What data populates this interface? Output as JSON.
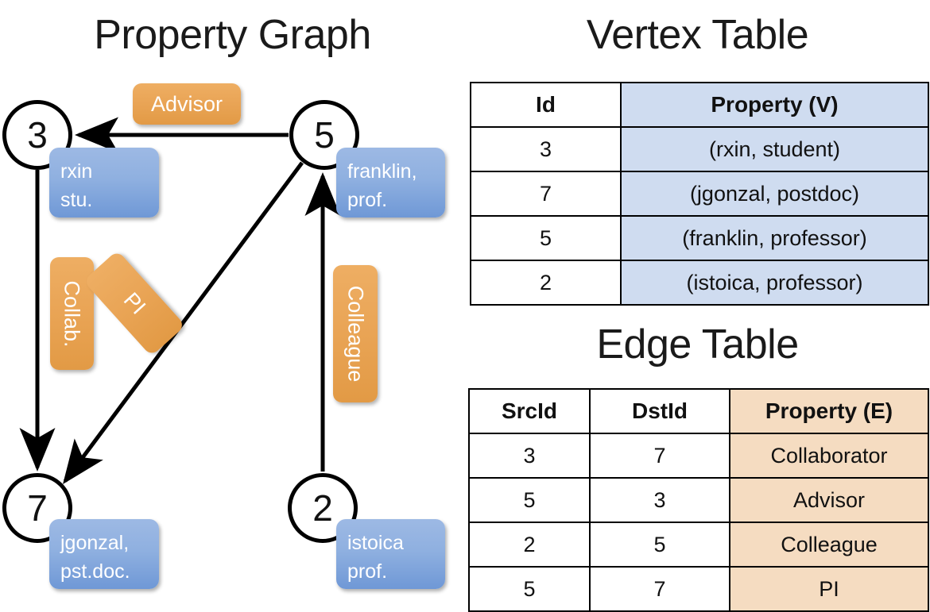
{
  "titles": {
    "property_graph": "Property Graph",
    "vertex_table": "Vertex Table",
    "edge_table": "Edge Table"
  },
  "graph": {
    "nodes": [
      {
        "id": "3",
        "property_line1": "rxin",
        "property_line2": "stu."
      },
      {
        "id": "5",
        "property_line1": "franklin,",
        "property_line2": "prof."
      },
      {
        "id": "7",
        "property_line1": "jgonzal,",
        "property_line2": "pst.doc."
      },
      {
        "id": "2",
        "property_line1": "istoica",
        "property_line2": "prof."
      }
    ],
    "edge_labels": [
      {
        "name": "advisor",
        "text": "Advisor"
      },
      {
        "name": "collab",
        "text": "Collab."
      },
      {
        "name": "pi",
        "text": "PI"
      },
      {
        "name": "colleague",
        "text": "Colleague"
      }
    ],
    "edges": [
      {
        "src": "5",
        "dst": "3",
        "label": "Advisor"
      },
      {
        "src": "3",
        "dst": "7",
        "label": "Collab."
      },
      {
        "src": "5",
        "dst": "7",
        "label": "PI"
      },
      {
        "src": "2",
        "dst": "5",
        "label": "Colleague"
      }
    ]
  },
  "vertex_table": {
    "headers": [
      "Id",
      "Property (V)"
    ],
    "rows": [
      {
        "id": "3",
        "property": "(rxin, student)"
      },
      {
        "id": "7",
        "property": "(jgonzal, postdoc)"
      },
      {
        "id": "5",
        "property": "(franklin, professor)"
      },
      {
        "id": "2",
        "property": "(istoica, professor)"
      }
    ]
  },
  "edge_table": {
    "headers": [
      "SrcId",
      "DstId",
      "Property (E)"
    ],
    "rows": [
      {
        "src": "3",
        "dst": "7",
        "property": "Collaborator"
      },
      {
        "src": "5",
        "dst": "3",
        "property": "Advisor"
      },
      {
        "src": "2",
        "dst": "5",
        "property": "Colleague"
      },
      {
        "src": "5",
        "dst": "7",
        "property": "PI"
      }
    ]
  },
  "colors": {
    "vertex_property_fill": "#cfdcf0",
    "edge_property_fill": "#f5dcc1",
    "node_property_box": "#8fb0e0",
    "edge_label_box": "#e9a455",
    "stroke": "#000000"
  }
}
